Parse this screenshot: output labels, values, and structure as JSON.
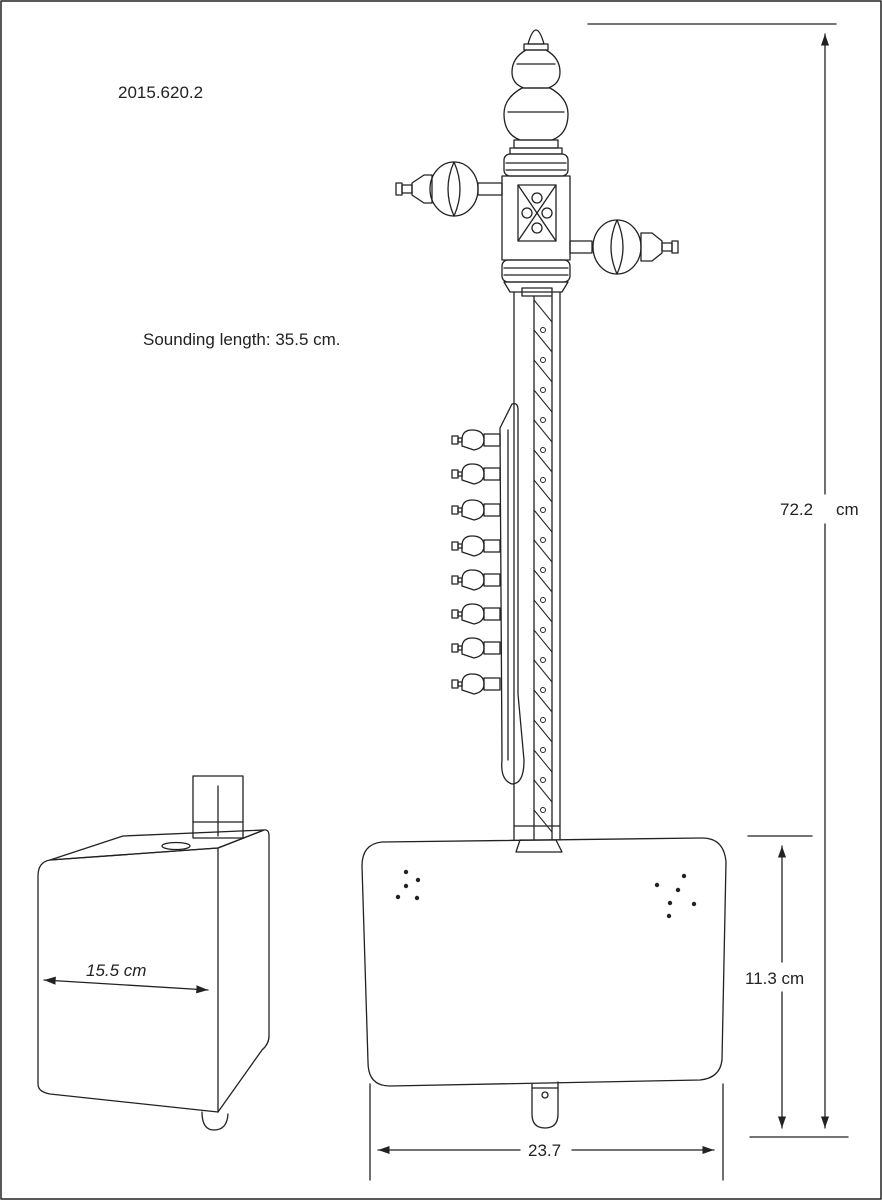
{
  "labels": {
    "accession": "2015.620.2",
    "sounding_length": "Sounding length: 35.5 cm.",
    "overall_height": "72.2",
    "overall_height_unit": "cm",
    "body_height": "11.3 cm",
    "body_width": "23.7",
    "body_depth": "15.5 cm"
  },
  "colors": {
    "line": "#222222",
    "background": "#ffffff"
  }
}
